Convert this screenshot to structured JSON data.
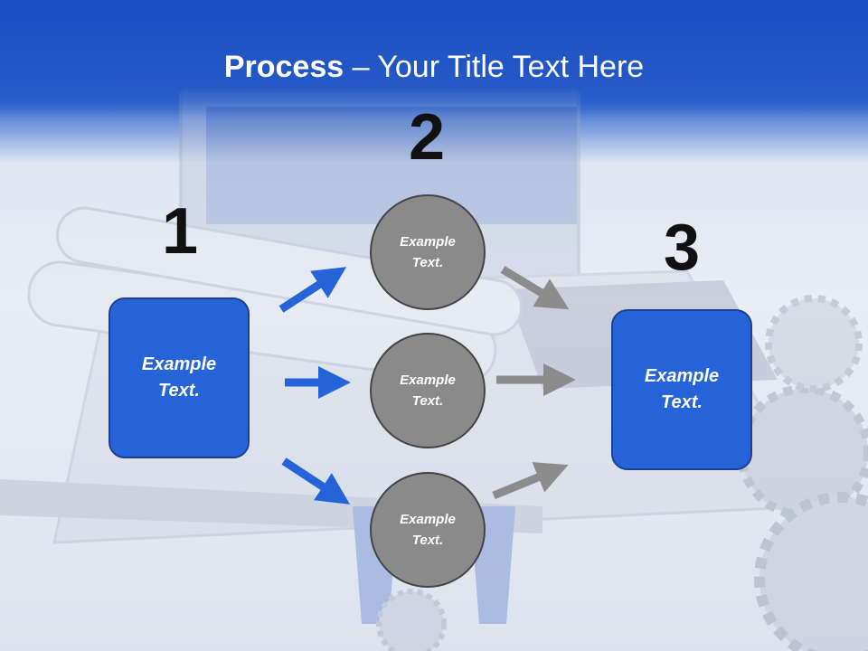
{
  "header": {
    "title_strong": "Process",
    "title_rest": " – Your Title Text Here"
  },
  "steps": {
    "step1": {
      "number": "1",
      "label_line1": "Example",
      "label_line2": "Text."
    },
    "step2": {
      "number": "2"
    },
    "step3": {
      "number": "3",
      "label_line1": "Example",
      "label_line2": "Text."
    }
  },
  "circles": [
    {
      "label_line1": "Example",
      "label_line2": "Text."
    },
    {
      "label_line1": "Example",
      "label_line2": "Text."
    },
    {
      "label_line1": "Example",
      "label_line2": "Text."
    }
  ],
  "colors": {
    "header_blue": "#1e56c8",
    "box_blue": "#2563d9",
    "arrow_blue": "#2563d9",
    "arrow_gray": "#8c8c8c",
    "circle_gray": "#8a8a8a"
  }
}
